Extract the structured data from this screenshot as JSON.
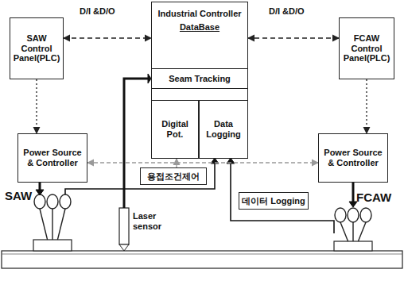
{
  "diagram": {
    "nodes": [
      {
        "text": [
          "SAW Control Panel(PLC)"
        ]
      },
      {
        "text": [
          "Industrial Controller",
          "DataBase"
        ]
      },
      {
        "text": [
          "Seam Tracking"
        ],
        "in": 1
      },
      {
        "text": [
          "Digital Pot."
        ],
        "in": 1
      },
      {
        "text": [
          "Data Logging"
        ],
        "in": 1
      },
      {
        "text": [
          "FCAW Control Panel(PLC)"
        ]
      },
      {
        "text": [
          "Power Source & Controller"
        ]
      },
      {
        "text": [
          "Power Source & Controller"
        ]
      },
      {
        "text": [
          "용접조건제어"
        ]
      },
      {
        "text": [
          "데이터 Logging"
        ]
      }
    ],
    "edges": [
      {
        "from": 0,
        "to": 1,
        "arrow": "both"
      },
      {
        "from": 5,
        "to": 1,
        "arrow": "both"
      },
      {
        "from": 0,
        "to": 6,
        "arrow": "to"
      },
      {
        "from": 5,
        "to": 7,
        "arrow": "to"
      },
      {
        "from": 6,
        "to": 7,
        "arrow": "both"
      },
      {
        "from": 8,
        "to": 3,
        "arrow": "to"
      }
    ],
    "labels": [
      "D/I &D/O",
      "D/I &D/O",
      "SAW",
      "FCAW",
      "Laser sensor"
    ]
  }
}
